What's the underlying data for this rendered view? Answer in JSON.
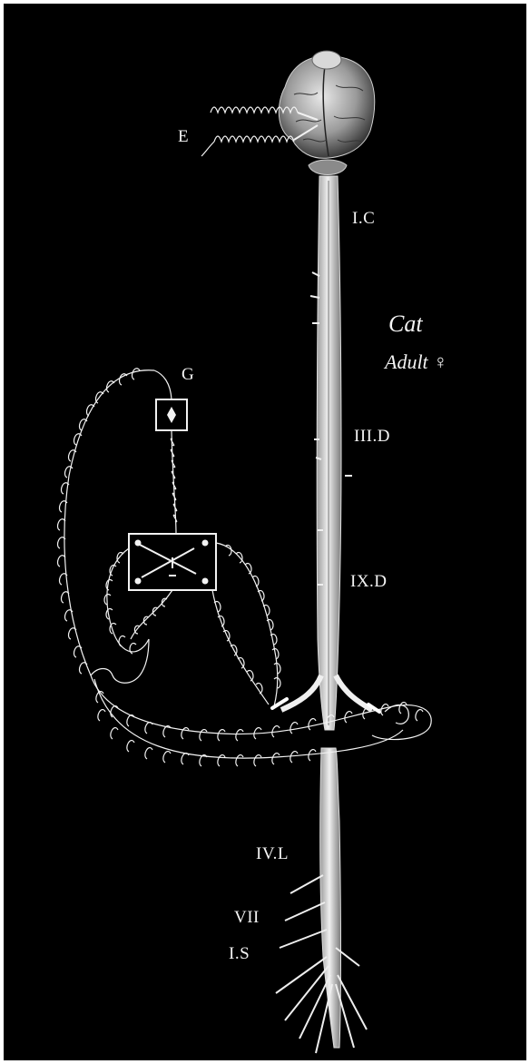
{
  "figure": {
    "labels": {
      "electrodes": "E",
      "galvanometer": "G",
      "cervical": "I.C",
      "dorsal_3": "III.D",
      "dorsal_9": "IX.D",
      "lumbar_4": "IV.L",
      "lumbar_7": "VII",
      "sacral_1": "I.S"
    },
    "specimen": {
      "species": "Cat",
      "stage": "Adult",
      "sex_symbol": "♀"
    },
    "colors": {
      "background": "#000000",
      "line": "#f2f2f2"
    }
  }
}
